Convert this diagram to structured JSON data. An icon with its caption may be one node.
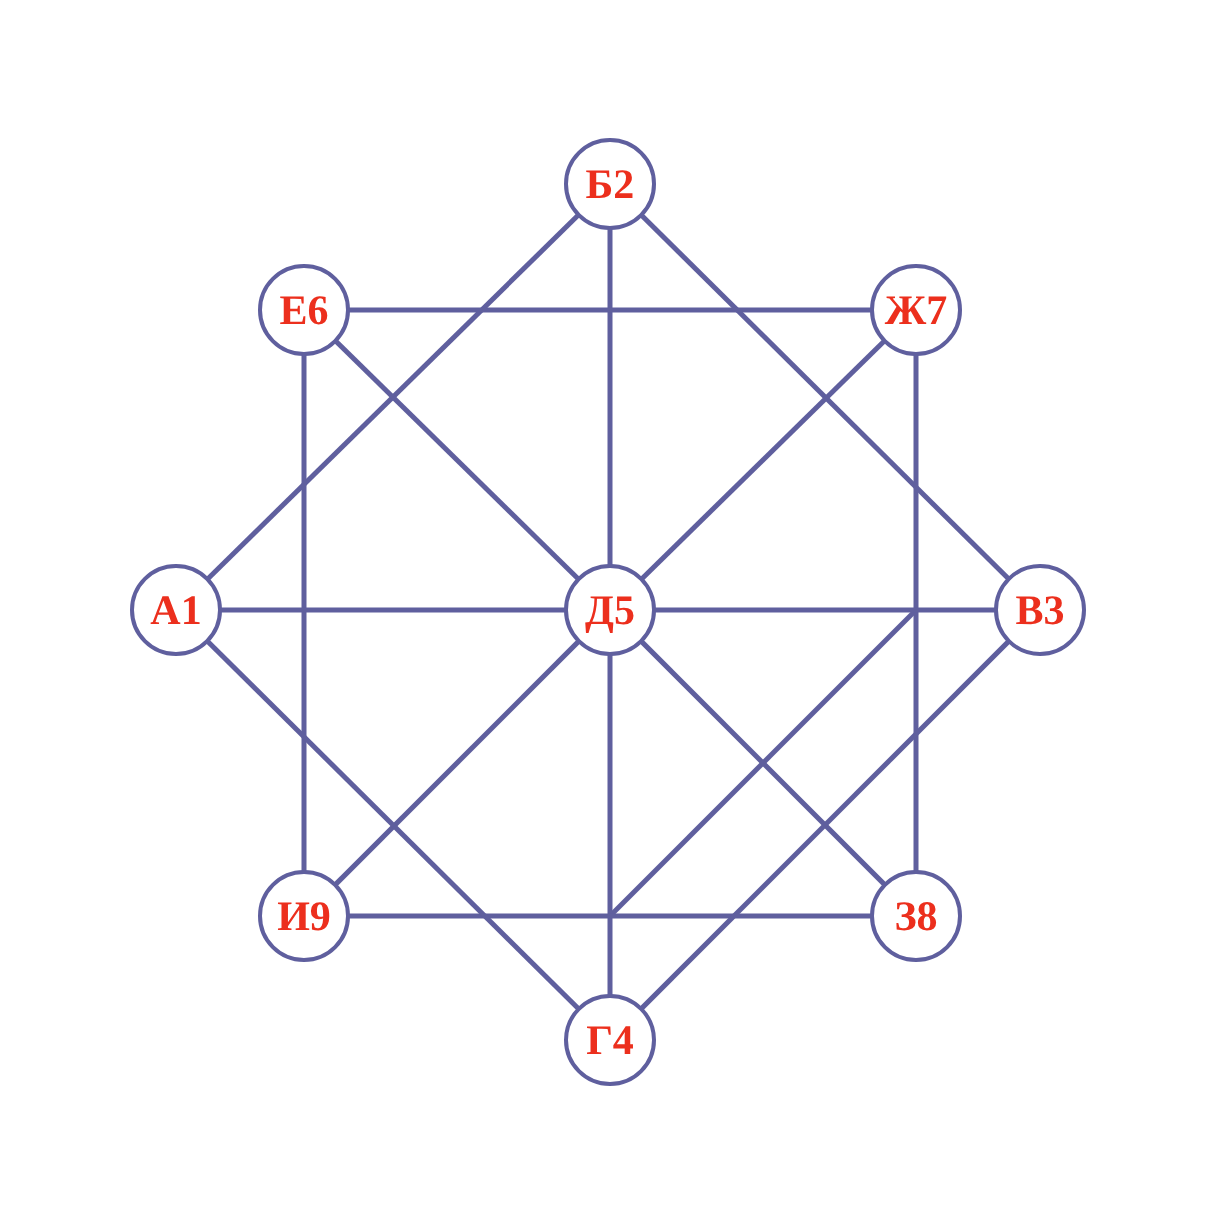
{
  "diagram": {
    "nodes": [
      {
        "text": [
          "Б2"
        ]
      },
      {
        "text": [
          "Е6"
        ]
      },
      {
        "text": [
          "Ж7"
        ]
      },
      {
        "text": [
          "А1"
        ]
      },
      {
        "text": [
          "Д5"
        ]
      },
      {
        "text": [
          "В3"
        ]
      },
      {
        "text": [
          "И9"
        ]
      },
      {
        "text": [
          "З8"
        ]
      },
      {
        "text": [
          "Г4"
        ]
      }
    ],
    "edges": [
      {
        "from": 0,
        "to": 3,
        "arrow": "none"
      },
      {
        "from": 0,
        "to": 5,
        "arrow": "none"
      },
      {
        "from": 0,
        "to": 4,
        "arrow": "none"
      },
      {
        "from": 4,
        "to": 8,
        "arrow": "none"
      },
      {
        "from": 1,
        "to": 2,
        "arrow": "none"
      },
      {
        "from": 1,
        "to": 6,
        "arrow": "none"
      },
      {
        "from": 2,
        "to": 7,
        "arrow": "none"
      },
      {
        "from": 6,
        "to": 7,
        "arrow": "none"
      },
      {
        "from": 1,
        "to": 4,
        "arrow": "none"
      },
      {
        "from": 2,
        "to": 4,
        "arrow": "none"
      },
      {
        "from": 3,
        "to": 4,
        "arrow": "none"
      },
      {
        "from": 4,
        "to": 5,
        "arrow": "none"
      },
      {
        "from": 4,
        "to": 6,
        "arrow": "none"
      },
      {
        "from": 4,
        "to": 7,
        "arrow": "none"
      },
      {
        "from": 3,
        "to": 8,
        "arrow": "none"
      },
      {
        "from": 5,
        "to": 8,
        "arrow": "none"
      }
    ]
  }
}
